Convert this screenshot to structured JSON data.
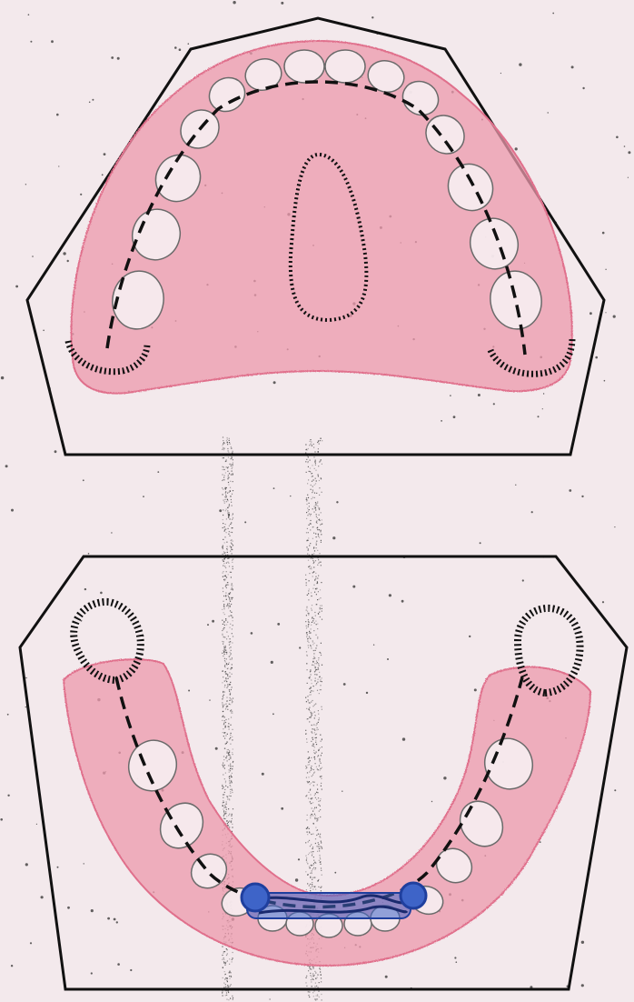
{
  "figure": {
    "upper_arch": {
      "shape": "maxillary-arch-outline"
    },
    "lower_arch": {
      "shape": "mandibular-arch-outline",
      "connector": "lingual-bar"
    }
  },
  "colors": {
    "paper": "#f3e9ec",
    "gum": "#ec9aac",
    "gum_edge": "#e06f8c",
    "outline": "#111111",
    "tooth": "#f7f2f4",
    "tooth_line": "#6a6a6a",
    "bar": "#1f3f9e",
    "bar_fill": "#3e64c8"
  }
}
